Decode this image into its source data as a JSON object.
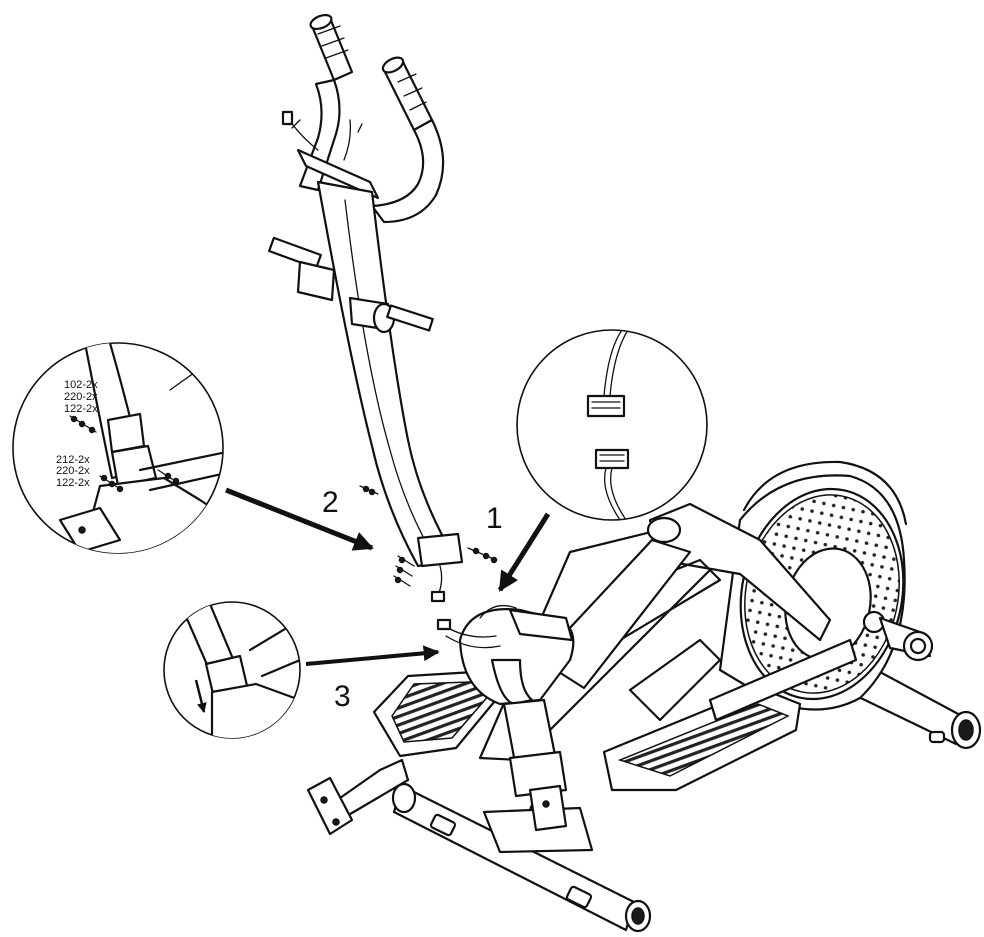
{
  "steps": {
    "one": "1",
    "two": "2",
    "three": "3"
  },
  "detail_left": {
    "group_top": [
      "102-2x",
      "220-2x",
      "122-2x"
    ],
    "group_bottom": [
      "212-2x",
      "220-2x",
      "122-2x"
    ]
  }
}
